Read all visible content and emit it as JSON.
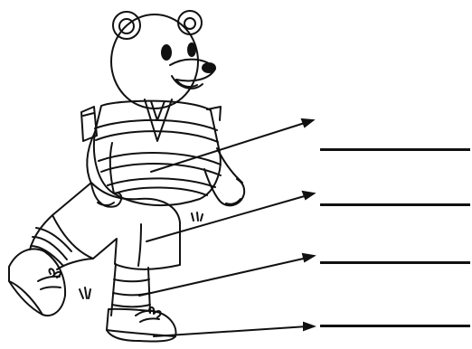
{
  "worksheet": {
    "illustration_subject": "bear-icon",
    "ink_color": "#111111",
    "background_color": "#ffffff",
    "label_slots": [
      {
        "value": "",
        "points_to": "striped-shirt"
      },
      {
        "value": "",
        "points_to": "shorts"
      },
      {
        "value": "",
        "points_to": "socks"
      },
      {
        "value": "",
        "points_to": "shoes"
      }
    ]
  }
}
